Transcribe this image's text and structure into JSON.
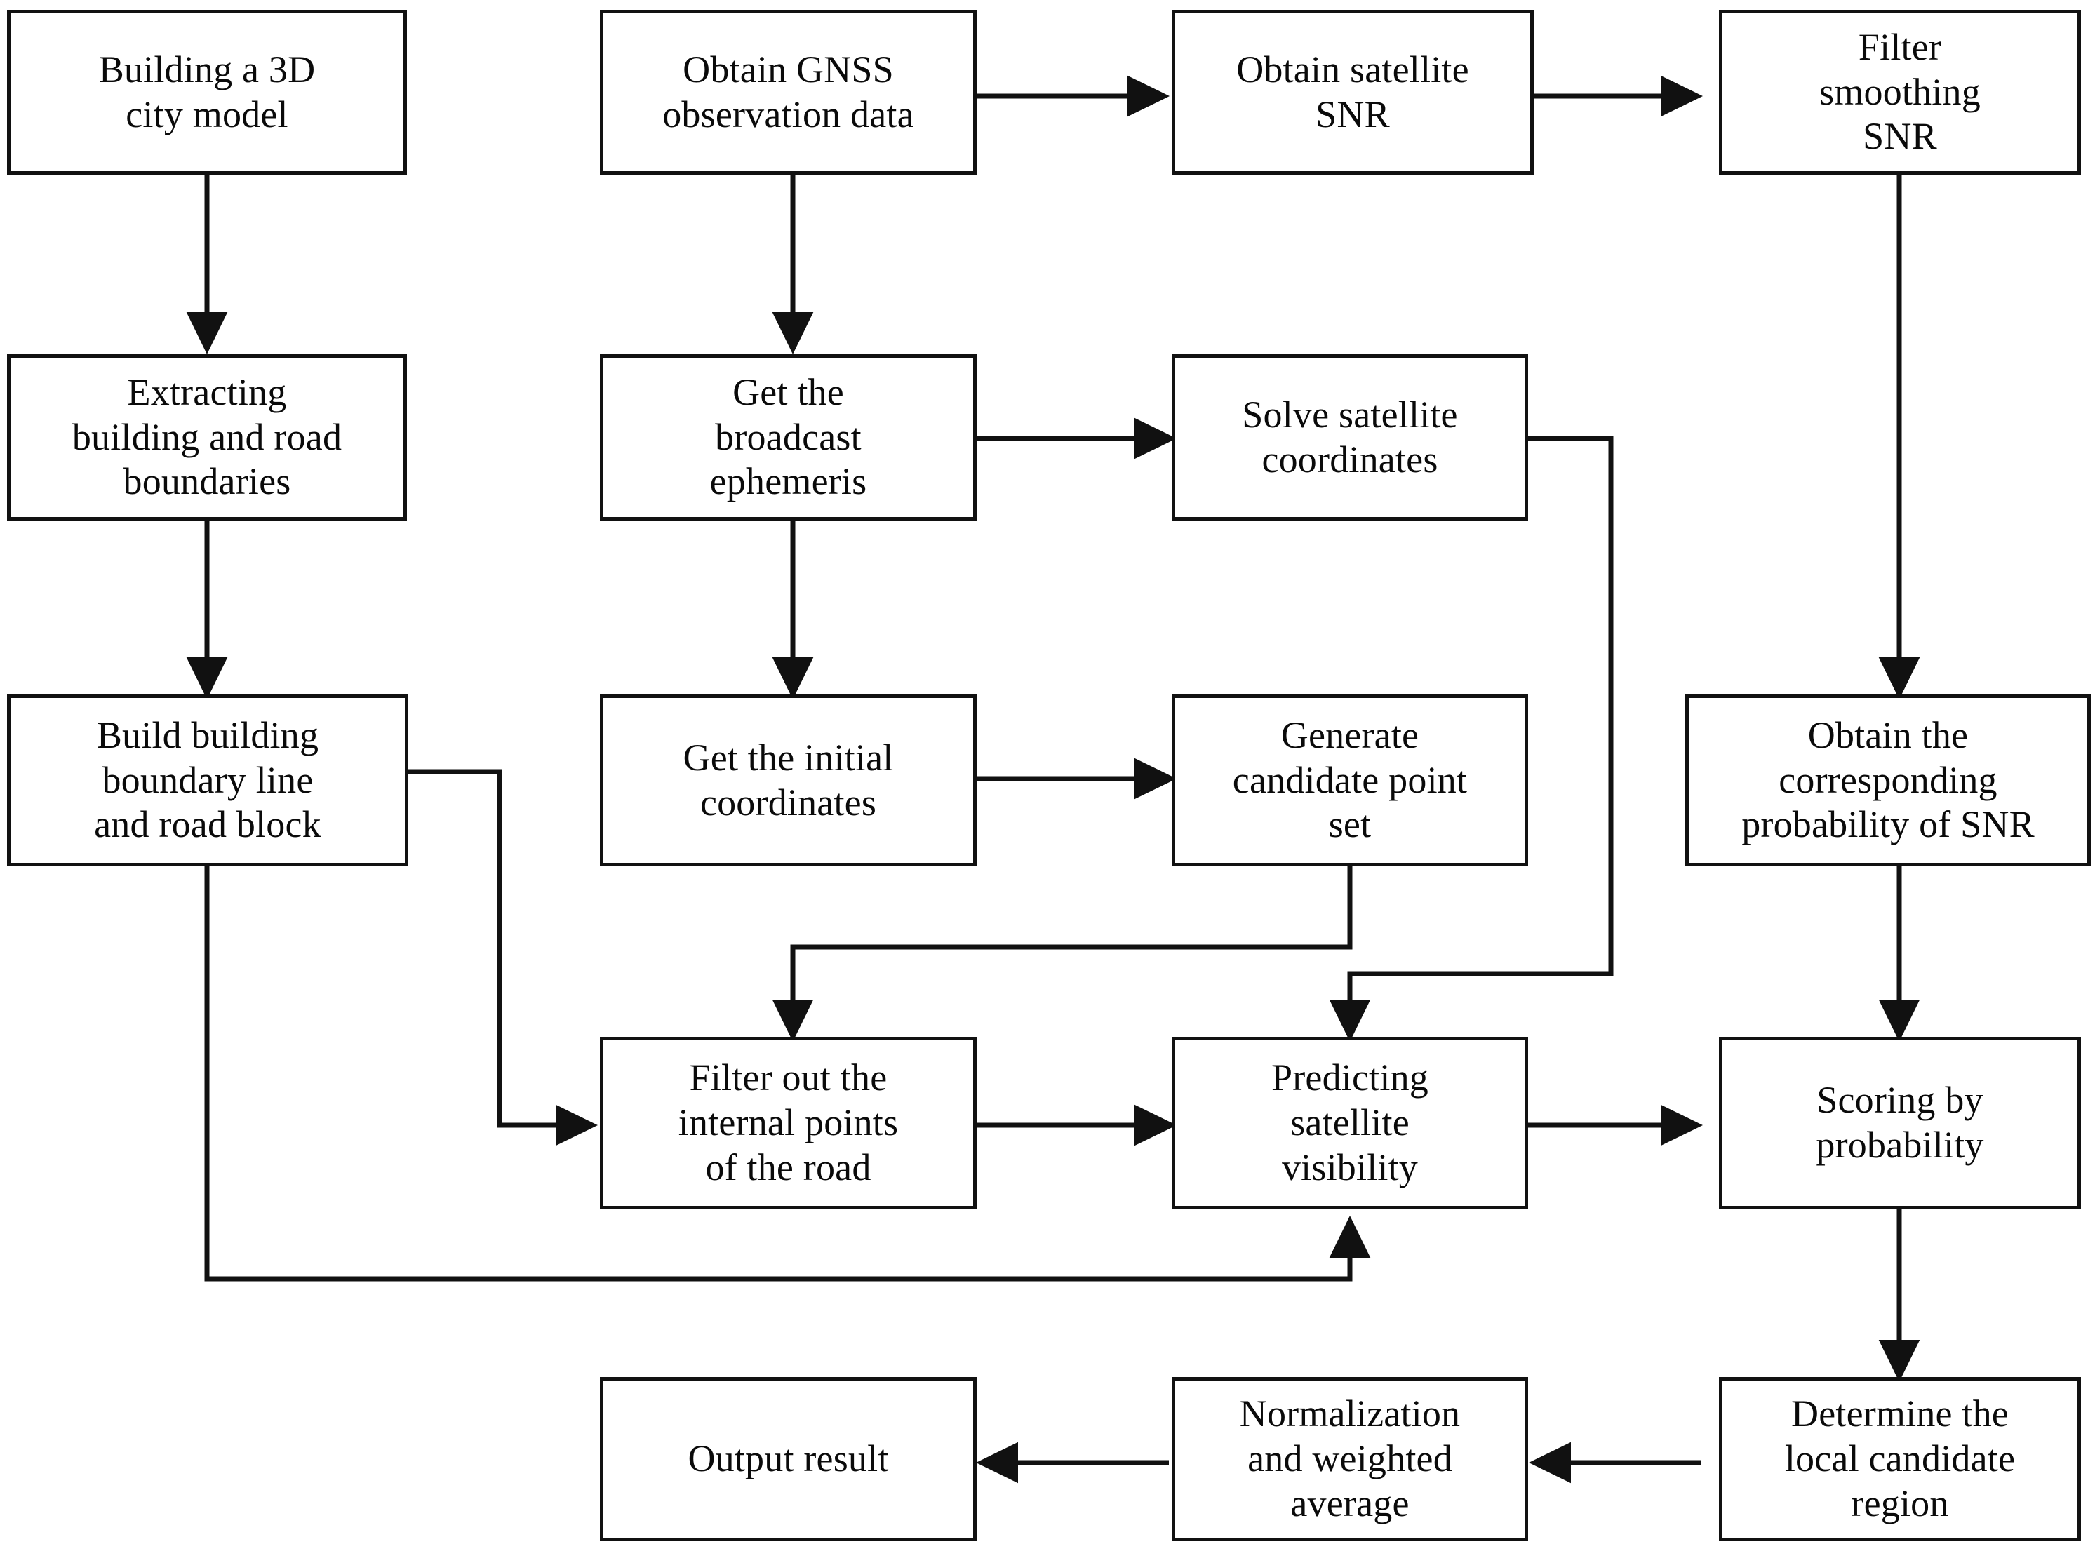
{
  "diagram": {
    "title": "GNSS 3D city model candidate point scoring flowchart",
    "type": "flowchart",
    "stroke_color": "#111111",
    "background_color": "#ffffff",
    "nodes": [
      {
        "id": "build3d",
        "label": "Building a 3D\ncity model"
      },
      {
        "id": "gnssobs",
        "label": "Obtain GNSS\nobservation data"
      },
      {
        "id": "satsnr",
        "label": "Obtain satellite\nSNR"
      },
      {
        "id": "filtersnr",
        "label": "Filter\nsmoothing\nSNR"
      },
      {
        "id": "extractbound",
        "label": "Extracting\nbuilding and road\nboundaries"
      },
      {
        "id": "ephemeris",
        "label": "Get the\nbroadcast\nephemeris"
      },
      {
        "id": "satcoord",
        "label": "Solve satellite\ncoordinates"
      },
      {
        "id": "buildline",
        "label": "Build building\nboundary line\nand road block"
      },
      {
        "id": "initcoord",
        "label": "Get the initial\ncoordinates"
      },
      {
        "id": "candidatept",
        "label": "Generate\ncandidate point\nset"
      },
      {
        "id": "probsnr",
        "label": "Obtain the\ncorresponding\nprobability of SNR"
      },
      {
        "id": "filterroad",
        "label": "Filter out the\ninternal points\nof the road"
      },
      {
        "id": "predictvis",
        "label": "Predicting\nsatellite\nvisibility"
      },
      {
        "id": "scoring",
        "label": "Scoring by\nprobability"
      },
      {
        "id": "outputresult",
        "label": "Output result"
      },
      {
        "id": "normalize",
        "label": "Normalization\nand weighted\naverage"
      },
      {
        "id": "localregion",
        "label": "Determine the\nlocal candidate\nregion"
      }
    ],
    "edges": [
      {
        "from": "build3d",
        "to": "extractbound"
      },
      {
        "from": "gnssobs",
        "to": "satsnr"
      },
      {
        "from": "satsnr",
        "to": "filtersnr"
      },
      {
        "from": "gnssobs",
        "to": "ephemeris"
      },
      {
        "from": "filtersnr",
        "to": "probsnr"
      },
      {
        "from": "extractbound",
        "to": "buildline"
      },
      {
        "from": "ephemeris",
        "to": "satcoord"
      },
      {
        "from": "ephemeris",
        "to": "initcoord"
      },
      {
        "from": "satcoord",
        "to": "predictvis"
      },
      {
        "from": "buildline",
        "to": "filterroad"
      },
      {
        "from": "buildline",
        "to": "predictvis"
      },
      {
        "from": "initcoord",
        "to": "candidatept"
      },
      {
        "from": "candidatept",
        "to": "filterroad"
      },
      {
        "from": "probsnr",
        "to": "scoring"
      },
      {
        "from": "filterroad",
        "to": "predictvis"
      },
      {
        "from": "predictvis",
        "to": "scoring"
      },
      {
        "from": "scoring",
        "to": "localregion"
      },
      {
        "from": "localregion",
        "to": "normalize"
      },
      {
        "from": "normalize",
        "to": "outputresult"
      }
    ]
  }
}
